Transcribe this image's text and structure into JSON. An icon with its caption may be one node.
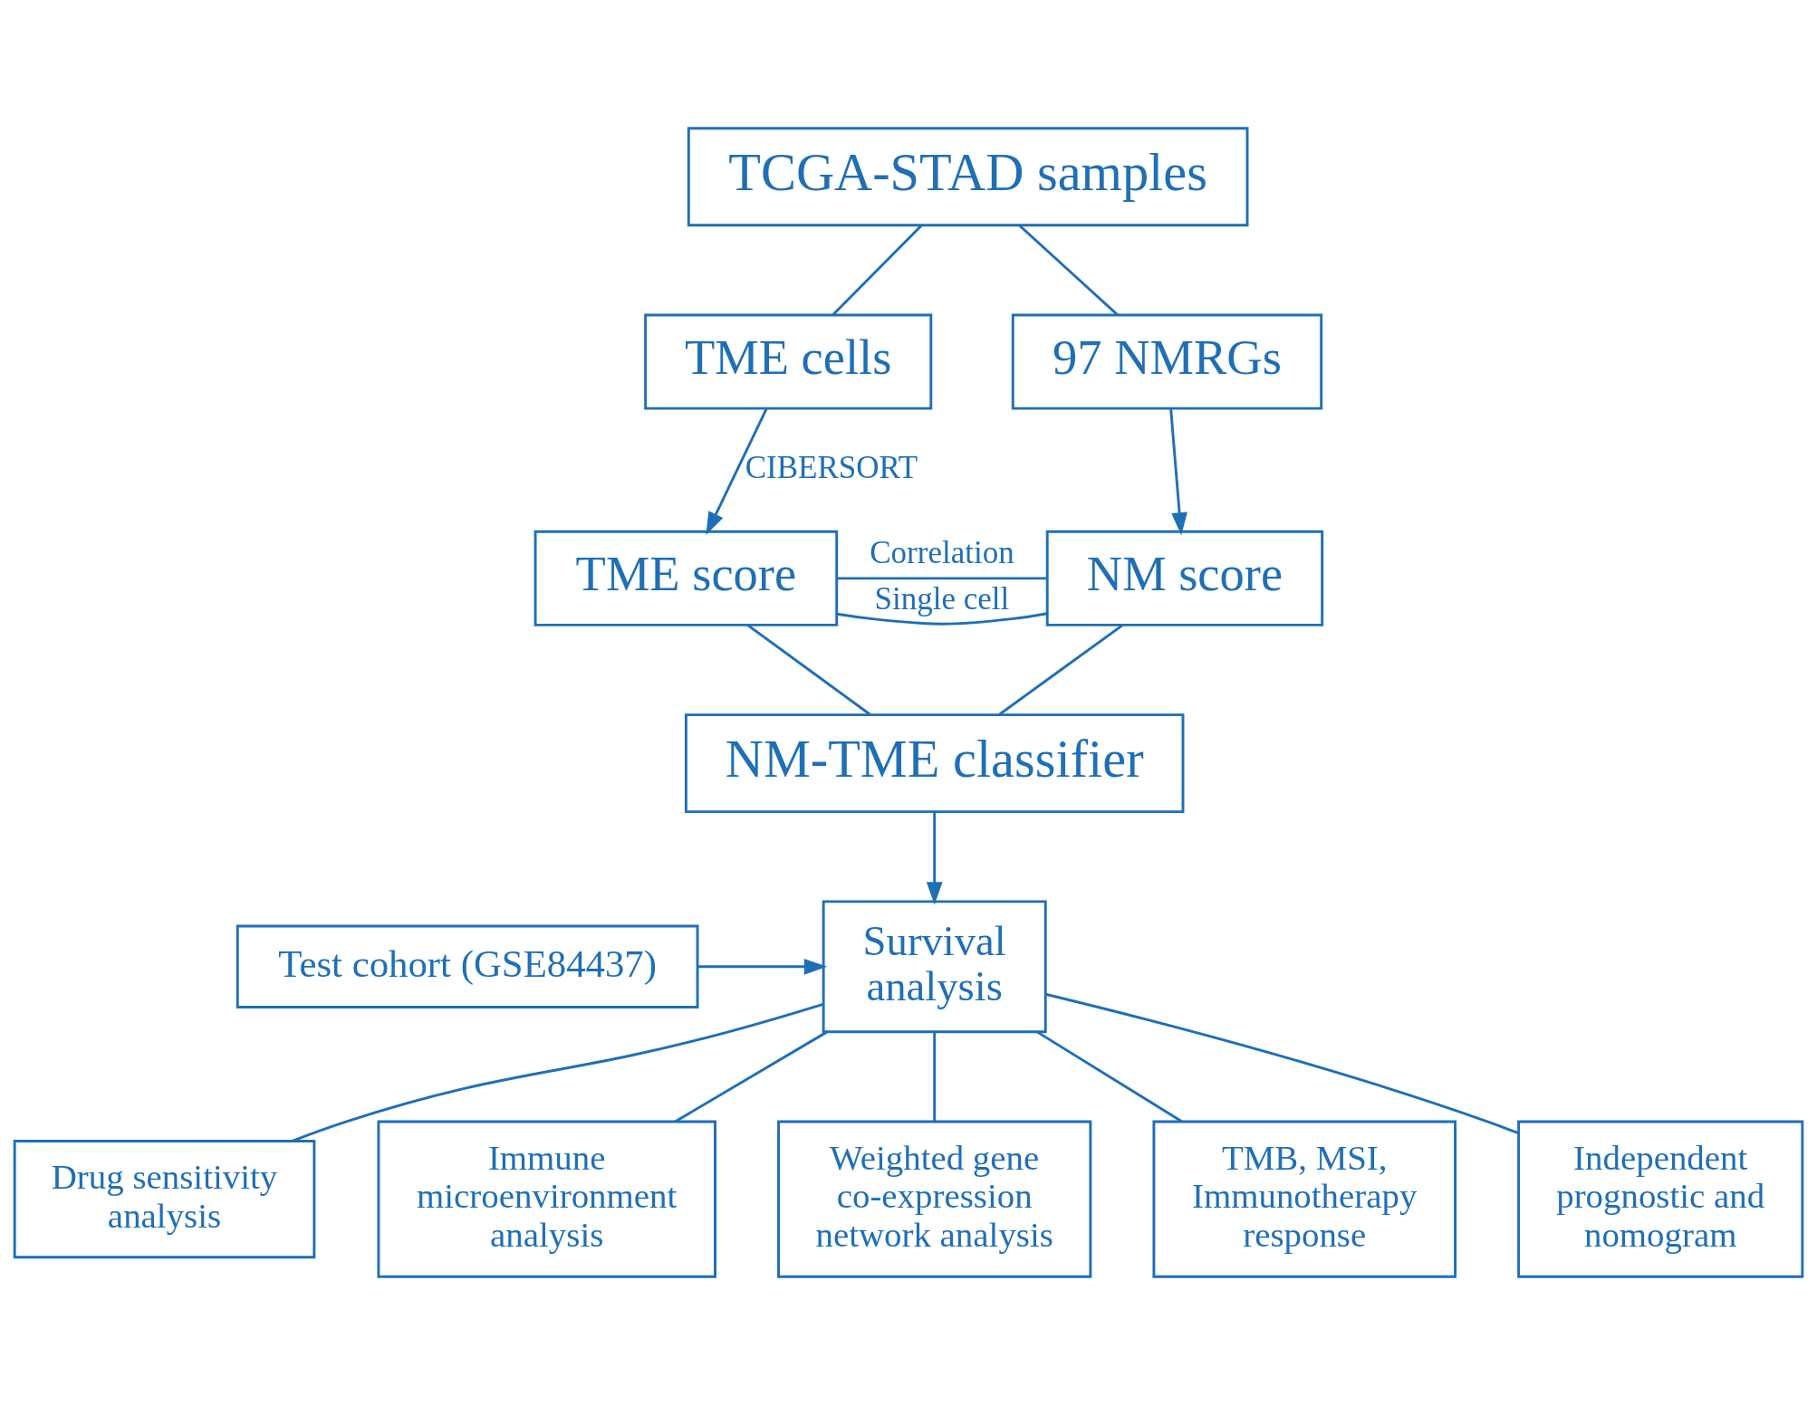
{
  "diagram": {
    "nodes": [
      {
        "text": [
          "TCGA-STAD samples"
        ]
      },
      {
        "text": [
          "TME cells"
        ]
      },
      {
        "text": [
          "97 NMRGs"
        ]
      },
      {
        "text": [
          "TME score"
        ]
      },
      {
        "text": [
          "NM score"
        ]
      },
      {
        "text": [
          "NM-TME classifier"
        ]
      },
      {
        "text": [
          "Survival analysis"
        ]
      },
      {
        "text": [
          "Test cohort (GSE84437)"
        ]
      },
      {
        "text": [
          "Drug sensitivity analysis"
        ]
      },
      {
        "text": [
          "Immune microenvironment analysis"
        ]
      },
      {
        "text": [
          "Weighted gene co-expression network analysis"
        ]
      },
      {
        "text": [
          "TMB, MSI, Immunotherapy response"
        ]
      },
      {
        "text": [
          "Independent prognostic and nomogram"
        ]
      }
    ],
    "edges": [
      {
        "from": 0,
        "to": 1,
        "arrow": "none"
      },
      {
        "from": 0,
        "to": 2,
        "arrow": "none"
      },
      {
        "from": 1,
        "to": 3,
        "arrow": "to",
        "label": "CIBERSORT"
      },
      {
        "from": 2,
        "to": 4,
        "arrow": "to"
      },
      {
        "from": 3,
        "to": 4,
        "arrow": "none",
        "label": "Single cell"
      },
      {
        "from": 3,
        "to": 4,
        "arrow": "none",
        "label": "Correlation"
      },
      {
        "from": 3,
        "to": 5,
        "arrow": "none"
      },
      {
        "from": 4,
        "to": 5,
        "arrow": "none"
      },
      {
        "from": 5,
        "to": 6,
        "arrow": "to"
      },
      {
        "from": 7,
        "to": 6,
        "arrow": "to"
      },
      {
        "from": 6,
        "to": 8,
        "arrow": "none"
      },
      {
        "from": 6,
        "to": 9,
        "arrow": "none"
      },
      {
        "from": 6,
        "to": 10,
        "arrow": "none"
      },
      {
        "from": 6,
        "to": 11,
        "arrow": "none"
      },
      {
        "from": 6,
        "to": 12,
        "arrow": "none"
      }
    ]
  }
}
